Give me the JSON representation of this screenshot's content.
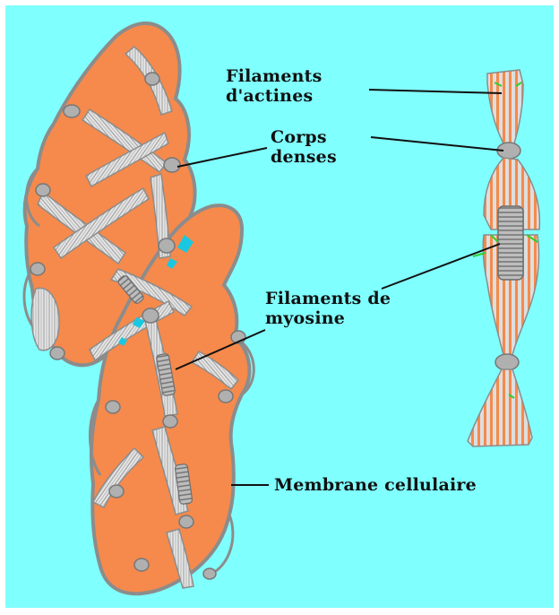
{
  "labels": {
    "actin": "Filaments\nd'actines",
    "dense_bodies": "Corps\ndenses",
    "myosin": "Filaments de\nmyosine",
    "membrane": "Membrane cellulaire"
  },
  "colors": {
    "background": "#80ffff",
    "cell_fill": "#f58a4c",
    "outline": "#8c8c8c",
    "filament": "#d4d4d4",
    "dense_body": "#b0b0b0",
    "leader_line": "#111111",
    "accent_green": "#2fcf2f",
    "accent_cyan": "#19c8e0"
  }
}
